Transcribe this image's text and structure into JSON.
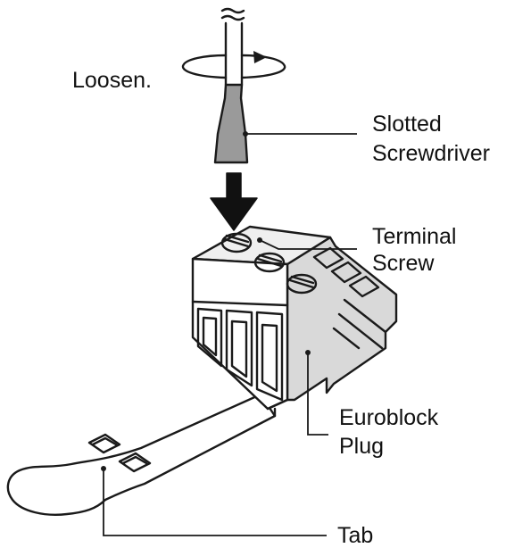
{
  "labels": {
    "loosen": "Loosen.",
    "screwdriver_line1": "Slotted",
    "screwdriver_line2": "Screwdriver",
    "terminal_line1": "Terminal",
    "terminal_line2": "Screw",
    "plug_line1": "Euroblock",
    "plug_line2": "Plug",
    "tab": "Tab"
  },
  "icons": {
    "rotation_arrow": "rotation-arrow-icon",
    "down_arrow": "down-arrow-icon"
  },
  "colors": {
    "ink": "#1a1a1a",
    "screwdriver_tip": "#9a9a9a",
    "arrow": "#111111"
  }
}
